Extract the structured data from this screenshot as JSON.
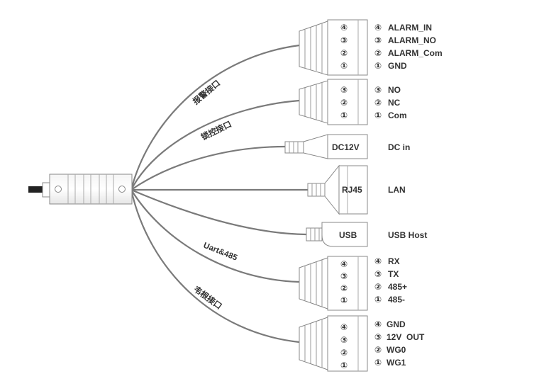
{
  "cable_labels": {
    "alarm": "报警接口",
    "lock": "锁控接口",
    "uart": "Uart&485",
    "wiegand": "韦根接口"
  },
  "connectors": {
    "dc": "DC12V",
    "rj45": "RJ45",
    "usb": "USB"
  },
  "signals": {
    "alarm": [
      {
        "num": "④",
        "name": "ALARM_IN"
      },
      {
        "num": "③",
        "name": "ALARM_NO"
      },
      {
        "num": "②",
        "name": "ALARM_Com"
      },
      {
        "num": "①",
        "name": "GND"
      }
    ],
    "lock": [
      {
        "num": "③",
        "name": "NO"
      },
      {
        "num": "②",
        "name": "NC"
      },
      {
        "num": "①",
        "name": "Com"
      }
    ],
    "dc": "DC in",
    "lan": "LAN",
    "usb": "USB Host",
    "uart": [
      {
        "num": "④",
        "name": "RX"
      },
      {
        "num": "③",
        "name": "TX"
      },
      {
        "num": "②",
        "name": "485+"
      },
      {
        "num": "①",
        "name": "485-"
      }
    ],
    "wiegand": [
      {
        "num": "④",
        "name": "GND"
      },
      {
        "num": "③",
        "name": "12V  OUT"
      },
      {
        "num": "②",
        "name": "WG0"
      },
      {
        "num": "①",
        "name": "WG1"
      }
    ]
  },
  "terminal_pins": {
    "alarm": [
      "④",
      "③",
      "②",
      "①"
    ],
    "lock": [
      "③",
      "②",
      "①"
    ],
    "uart": [
      "④",
      "③",
      "②",
      "①"
    ],
    "wiegand": [
      "④",
      "③",
      "②",
      "①"
    ]
  }
}
